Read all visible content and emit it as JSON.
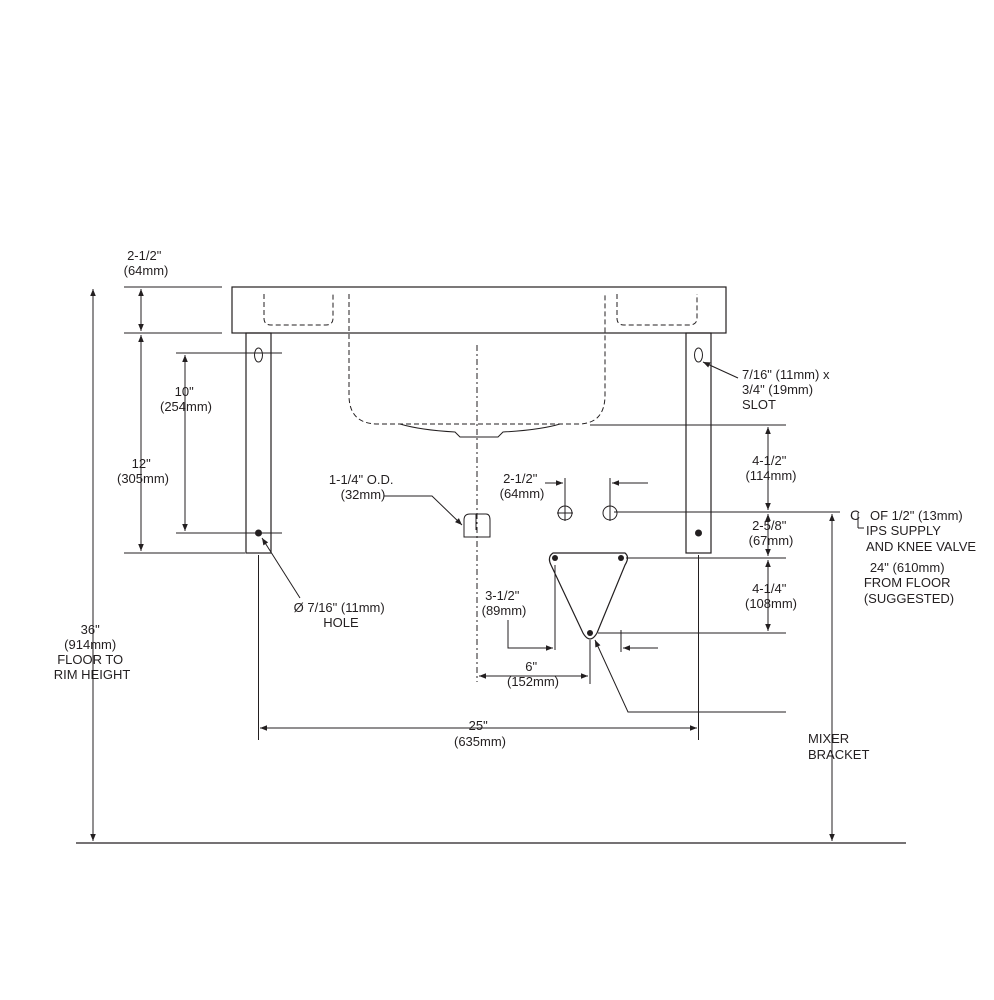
{
  "dimensions": {
    "rim": [
      "2-1/2\"",
      "(64mm)"
    ],
    "twelve": [
      "12\"",
      "(305mm)"
    ],
    "ten": [
      "10\"",
      "(254mm)"
    ],
    "floor_to_rim": [
      "36\"",
      "(914mm)",
      "FLOOR TO",
      "RIM HEIGHT"
    ],
    "hole": [
      "Ø 7/16\" (11mm)",
      "HOLE"
    ],
    "drain_od": [
      "1-1/4\" O.D.",
      "(32mm)"
    ],
    "supply_spacing": [
      "2-1/2\"",
      "(64mm)"
    ],
    "bracket_depth": [
      "3-1/2\"",
      "(89mm)"
    ],
    "offset_six": [
      "6\"",
      "(152mm)"
    ],
    "leg_spacing": [
      "25\"",
      "(635mm)"
    ],
    "slot": [
      "7/16\" (11mm) x",
      "3/4\" (19mm)",
      "SLOT"
    ],
    "four_half": [
      "4-1/2\"",
      "(114mm)"
    ],
    "two_five_eighths": [
      "2-5/8\"",
      "(67mm)"
    ],
    "four_quarter": [
      "4-1/4\"",
      "(108mm)"
    ]
  },
  "notes": {
    "centerline_symbol": "C",
    "supply": [
      "OF 1/2\" (13mm)",
      "IPS SUPPLY",
      "AND KNEE VALVE"
    ],
    "suggested_height": [
      "24\" (610mm)",
      "FROM FLOOR",
      "(SUGGESTED)"
    ],
    "mixer_bracket": [
      "MIXER",
      "BRACKET"
    ]
  }
}
